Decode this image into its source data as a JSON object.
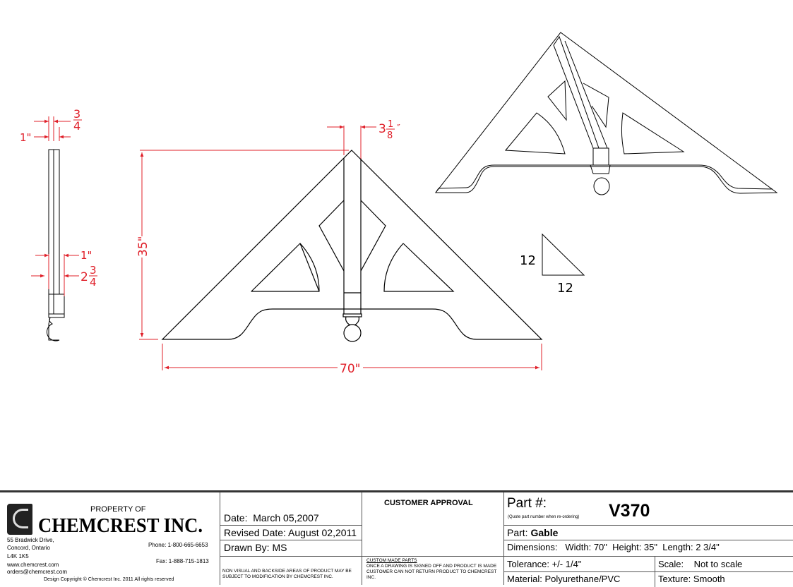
{
  "drawing": {
    "side_view": {
      "dims": {
        "thickness_top": "3/4\"",
        "offset_top": "1\"",
        "offset_bottom": "1\"",
        "depth_bottom": "2 3/4\""
      },
      "labels": {
        "top_frac_num": "3",
        "top_frac_den": "4",
        "top_one": "1\"",
        "bot_one": "1\"",
        "bot_whole": "2",
        "bot_frac_num": "3",
        "bot_frac_den": "4"
      }
    },
    "front_view": {
      "width_label": "70\"",
      "height_label": "35\"",
      "post_width_whole": "3",
      "post_width_num": "1",
      "post_width_den": "8"
    },
    "pitch": {
      "rise": "12",
      "run": "12"
    },
    "dimension_color": "#e0202a"
  },
  "titleblock": {
    "company": {
      "property_of": "PROPERTY OF",
      "name": "CHEMCREST INC.",
      "address1": "55 Bradwick Drive,",
      "address2": "Concord, Ontario",
      "postal": "L4K 1K5",
      "web": "www.chemcrest.com",
      "email": "orders@chemcrest.com",
      "phone": "Phone: 1-800-665-6653",
      "fax": "Fax: 1-888-715-1813",
      "copyright": "Design Copyright © Chemcrest Inc. 2011 All rights reserved"
    },
    "dates": {
      "date_label": "Date:",
      "date_value": "March 05,2007",
      "revised": "Revised Date: August 02,2011",
      "drawn_by": "Drawn By:  MS",
      "notice": "NON VISUAL AND BACKSIDE AREAS OF PRODUCT MAY BE SUBJECT TO MODIFICATION BY CHEMCREST INC."
    },
    "approval": {
      "title": "CUSTOMER APPROVAL",
      "custom_title": "CUSTOM MADE PARTS",
      "custom_text": "ONCE A DRAWING IS SIGNED OFF AND PRODUCT IS MADE CUSTOMER CAN NOT RETURN PRODUCT TO CHEMCREST INC."
    },
    "part": {
      "label": "Part #:",
      "note": "(Quote part number when re-ordering)",
      "number": "V370",
      "part_label": "Part:",
      "part_name": "Gable",
      "dimensions": "Dimensions:   Width: 70\"  Height: 35\"  Length: 2 3/4\"",
      "tolerance": "Tolerance: +/- 1/4\"",
      "scale": "Scale:    Not to scale",
      "material": "Material: Polyurethane/PVC",
      "texture": "Texture: Smooth"
    }
  }
}
